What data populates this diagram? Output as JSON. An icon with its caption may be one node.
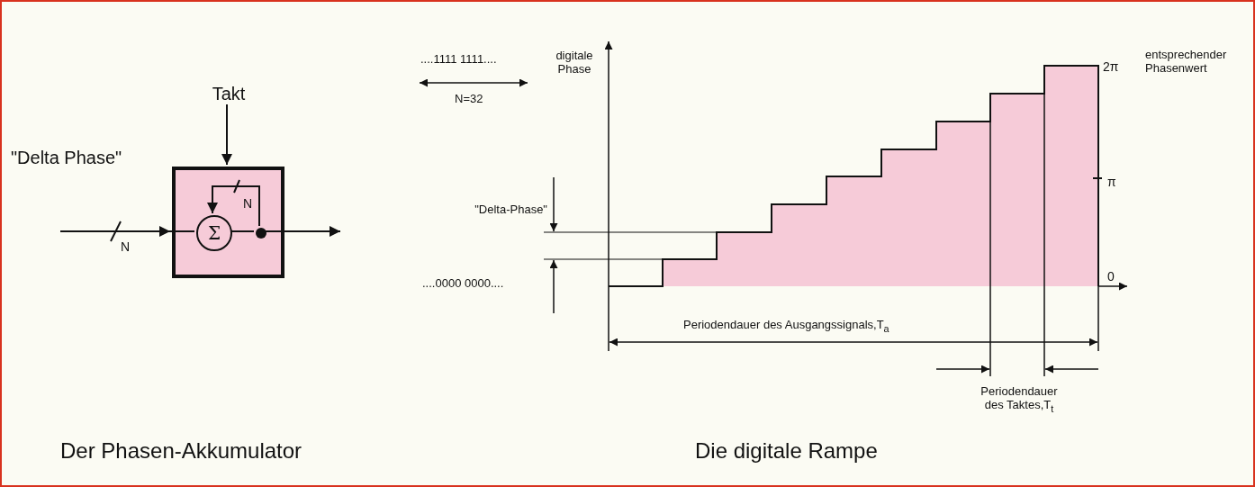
{
  "diagram": {
    "nodes": [
      {
        "text": [],
        "shape": "box"
      },
      {
        "text": [
          "Σ"
        ],
        "in": 0
      },
      {
        "text": [],
        "shape": "circle",
        "in": 0
      },
      {
        "text": [
          "Takt"
        ]
      }
    ],
    "edges": [
      {
        "from": null,
        "to": 0,
        "arrow": "to",
        "label": "N"
      },
      {
        "from": 0,
        "to": 1,
        "arrow": "none"
      },
      {
        "from": 1,
        "to": 2,
        "arrow": "none"
      },
      {
        "from": 2,
        "to": 1,
        "arrow": "to",
        "label": "N"
      },
      {
        "from": 2,
        "to": null,
        "arrow": "to"
      },
      {
        "from": 3,
        "to": 0,
        "arrow": "to"
      }
    ],
    "labels": [
      "\"Delta Phase\"",
      "....1111 1111....",
      "N=32",
      "digitale Phase",
      "\"Delta-Phase\"",
      "....0000 0000....",
      "2π",
      "π",
      "0",
      "entsprechender Phasenwert",
      "Periodendauer des Ausgangssignals,T$_{a}$",
      "Periodendauer des Taktes,T$_{t}$",
      "Der Phasen-Akkumulator",
      "Die digitale Rampe"
    ]
  }
}
